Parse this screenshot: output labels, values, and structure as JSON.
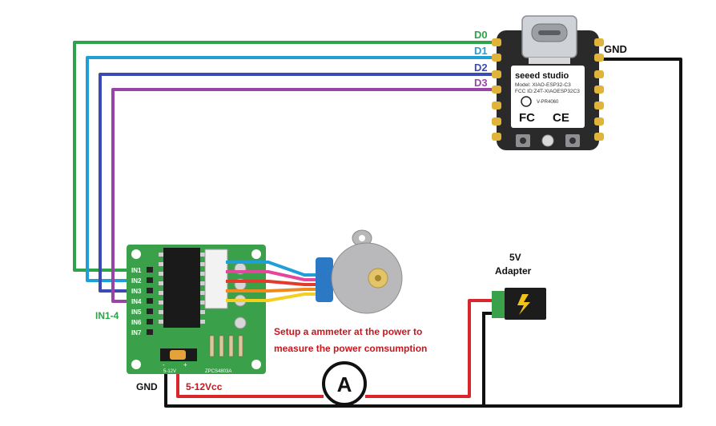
{
  "colors": {
    "green": "#2ea34a",
    "cyan": "#1f9ed8",
    "blue": "#3b4bb3",
    "purple": "#9945a8",
    "red": "#d8262c",
    "black": "#111111",
    "board_green": "#3aa04a",
    "label_red": "#c8161d"
  },
  "mcu": {
    "pin_labels": [
      "D0",
      "D1",
      "D2",
      "D3"
    ],
    "gnd_label": "GND",
    "brand": "seeed studio",
    "model_line1": "Model: XIAO-ESP32-C3",
    "model_line2": "FCC ID:Z4T-XIAOESP32C3",
    "fcc": "FC",
    "ce": "CE",
    "weee_note": "V-PR4060"
  },
  "driver": {
    "in_label": "IN1-4",
    "pins": [
      "IN1",
      "IN2",
      "IN3",
      "IN4",
      "IN5",
      "IN6",
      "IN7"
    ],
    "gnd_label": "GND",
    "vcc_label": "5-12Vcc",
    "silk_minus": "-",
    "silk_plus": "+",
    "silk_voltage": "5-12V",
    "silk_model": "ZPCS4803A"
  },
  "adapter": {
    "title_line1": "5V",
    "title_line2": "Adapter"
  },
  "ammeter": {
    "symbol": "A"
  },
  "annotation": {
    "line1": "Setup a ammeter at the power to",
    "line2": "measure the power comsumption"
  }
}
